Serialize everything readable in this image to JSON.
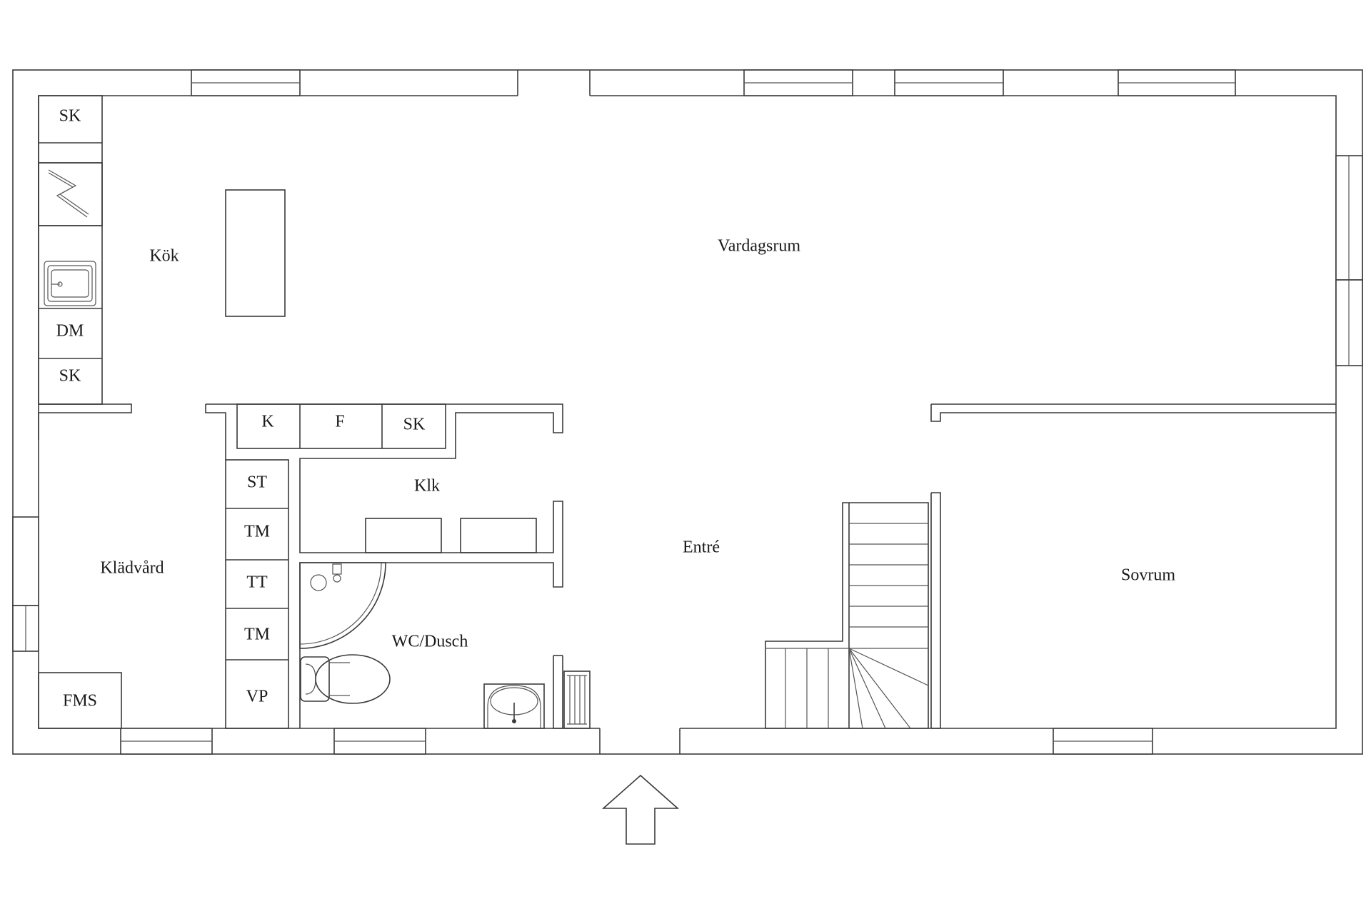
{
  "rooms": {
    "kitchen": "Kök",
    "living": "Vardagsrum",
    "laundry": "Klädvård",
    "closet": "Klk",
    "hall": "Entré",
    "bath": "WC/Dusch",
    "bedroom": "Sovrum"
  },
  "fixtures": {
    "sk_top": "SK",
    "dm": "DM",
    "sk_bottom": "SK",
    "k": "K",
    "f": "F",
    "sk_hall": "SK",
    "st": "ST",
    "tm1": "TM",
    "tt": "TT",
    "tm2": "TM",
    "vp": "VP",
    "fms": "FMS"
  },
  "icons": {
    "entrance": "entrance-arrow-icon",
    "stove": "stove-icon",
    "sink": "kitchen-sink-icon",
    "shower": "shower-icon",
    "toilet": "toilet-icon",
    "basin": "wash-basin-icon",
    "radiator": "towel-radiator-icon",
    "stairs": "staircase-icon"
  }
}
